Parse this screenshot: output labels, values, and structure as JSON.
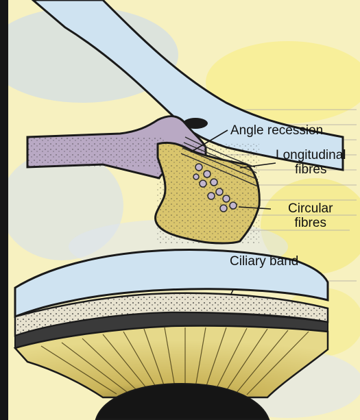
{
  "labels": {
    "angle_recession": "Angle recession",
    "longitudinal_fibres": [
      "Longitudinal",
      "fibres"
    ],
    "circular_fibres": [
      "Circular",
      "fibres"
    ],
    "ciliary_band": "Ciliary band"
  },
  "colors": {
    "background_yellow": "#f6f3a0",
    "background_blue": "#c8d9ee",
    "cornea_blue": "#cfe3f1",
    "tissue_purple": "#b9a9c4",
    "muscle_yellow": "#d9c56d",
    "iris_yellow": "#d8c86a",
    "pupil_black": "#151515",
    "outline": "#1a1a1a"
  }
}
